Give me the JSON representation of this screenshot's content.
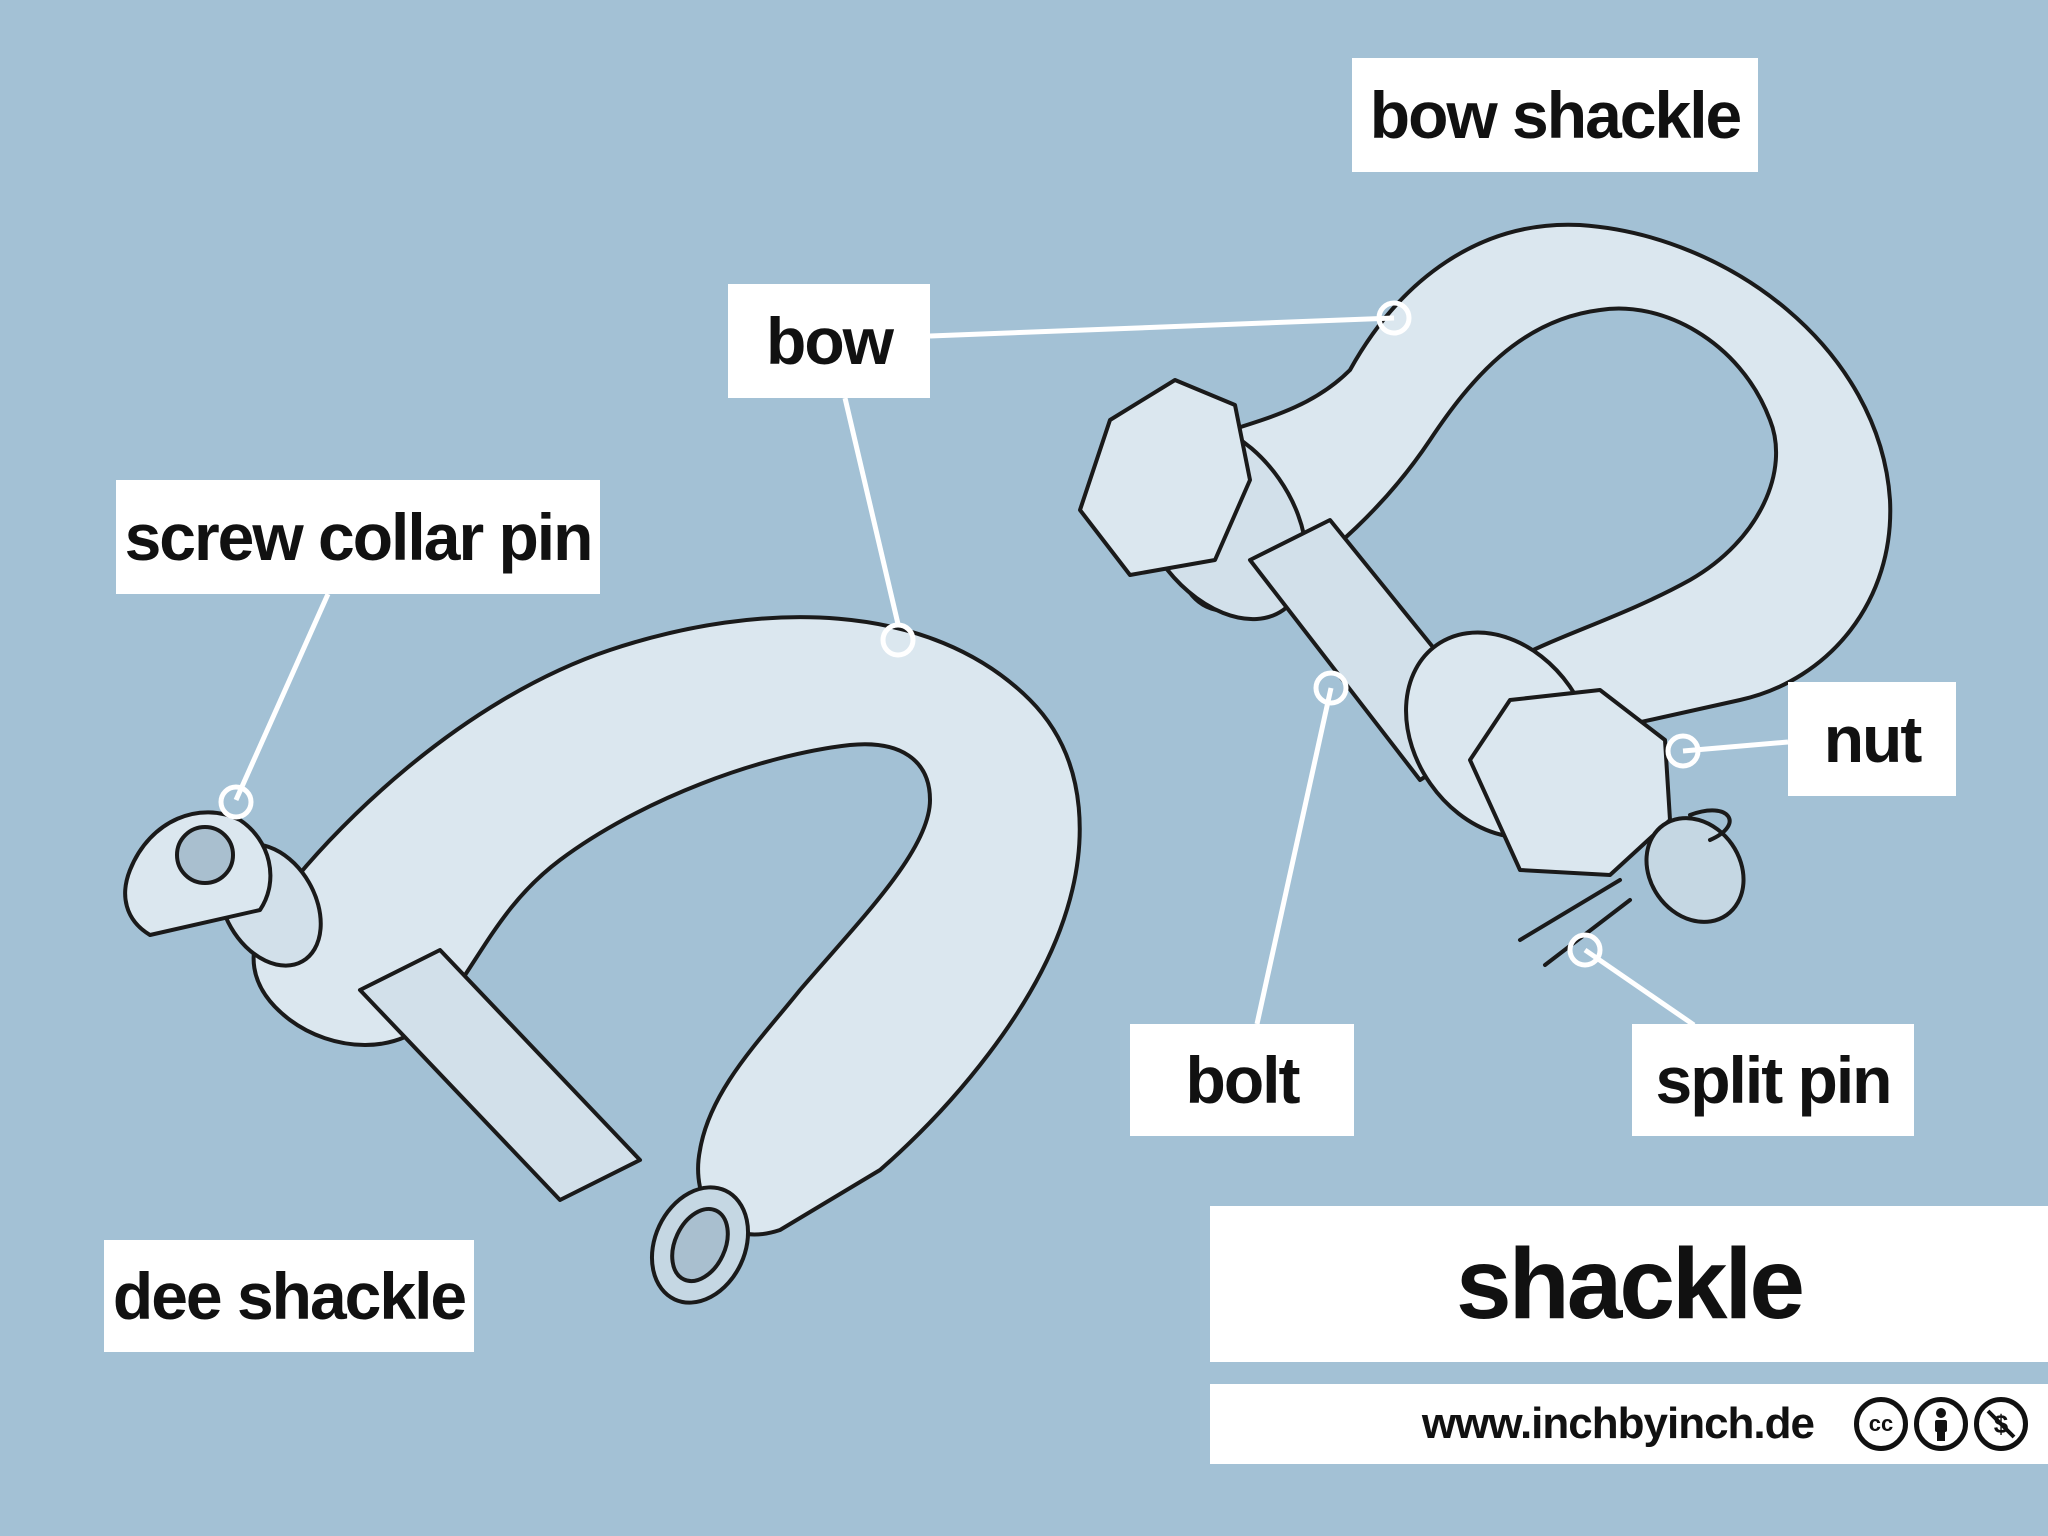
{
  "labels": {
    "bow_shackle": "bow shackle",
    "bow": "bow",
    "screw_collar_pin": "screw collar pin",
    "nut": "nut",
    "bolt": "bolt",
    "split_pin": "split pin",
    "dee_shackle": "dee shackle"
  },
  "title": "shackle",
  "footer": {
    "url": "www.inchbyinch.de",
    "icons": [
      "cc-icon",
      "attribution-icon",
      "noncommercial-icon"
    ],
    "cc_text": "cc"
  },
  "colors": {
    "background": "#a3c1d5",
    "metal_fill": "#dbe7ef",
    "metal_shadow": "#b9ccd9",
    "outline": "#1a1a1a",
    "label_bg": "#ffffff",
    "leader": "#ffffff"
  }
}
